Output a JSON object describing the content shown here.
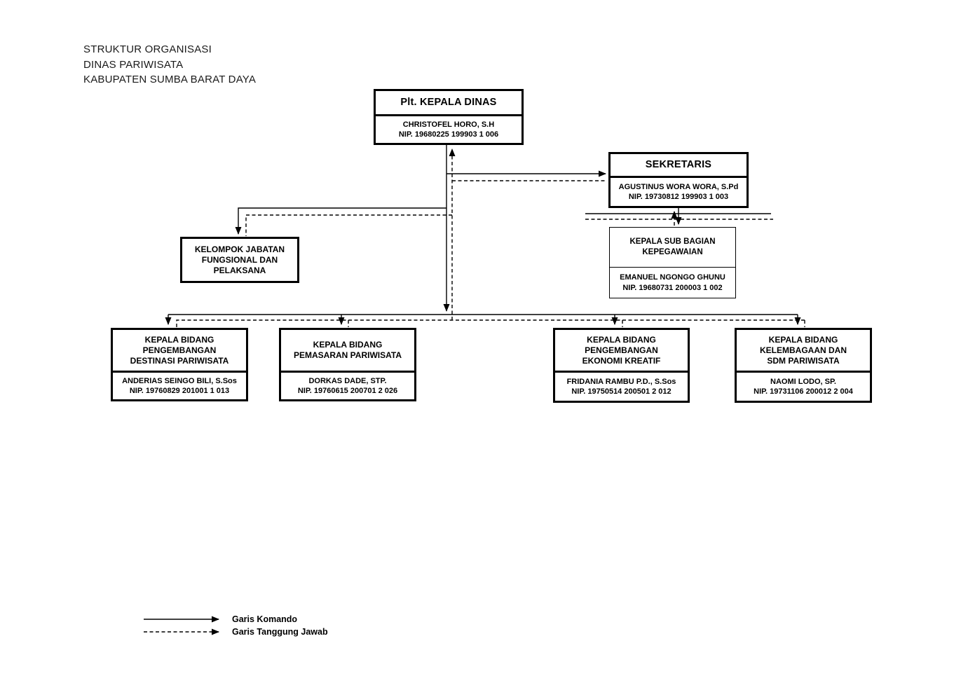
{
  "header": {
    "line1": "STRUKTUR ORGANISASI",
    "line2": "DINAS PARIWISATA",
    "line3": "KABUPATEN SUMBA BARAT DAYA"
  },
  "org": {
    "kepala_dinas": {
      "title": "Plt. KEPALA DINAS",
      "name": "CHRISTOFEL HORO, S.H",
      "nip": "NIP. 19680225 199903 1 006"
    },
    "sekretaris": {
      "title": "SEKRETARIS",
      "name": "AGUSTINUS WORA WORA, S.Pd",
      "nip": "NIP. 19730812 199903 1 003"
    },
    "sub_bagian_kepegawaian": {
      "title_lines": [
        "KEPALA SUB BAGIAN",
        "KEPEGAWAIAN"
      ],
      "name": "EMANUEL NGONGO GHUNU",
      "nip": "NIP. 19680731 200003 1 002"
    },
    "kelompok_jabatan": {
      "title_lines": [
        "KELOMPOK JABATAN",
        "FUNGSIONAL DAN",
        "PELAKSANA"
      ]
    },
    "bidang_destinasi": {
      "title_lines": [
        "KEPALA BIDANG",
        "PENGEMBANGAN",
        "DESTINASI PARIWISATA"
      ],
      "name": "ANDERIAS SEINGO BILI, S.Sos",
      "nip": "NIP. 19760829 201001 1 013"
    },
    "bidang_pemasaran": {
      "title_lines": [
        "KEPALA BIDANG",
        "PEMASARAN PARIWISATA"
      ],
      "name": "DORKAS DADE, STP.",
      "nip": "NIP. 19760615 200701 2 026"
    },
    "bidang_ekonomi_kreatif": {
      "title_lines": [
        "KEPALA BIDANG",
        "PENGEMBANGAN",
        "EKONOMI KREATIF"
      ],
      "name": "FRIDANIA RAMBU P.D., S.Sos",
      "nip": "NIP. 19750514 200501 2 012"
    },
    "bidang_kelembagaan": {
      "title_lines": [
        "KEPALA BIDANG",
        "KELEMBAGAAN DAN",
        "SDM PARIWISATA"
      ],
      "name": "NAOMI LODO, SP.",
      "nip": "NIP. 19731106 200012 2 004"
    }
  },
  "legend": {
    "komando": "Garis Komando",
    "tanggung_jawab": "Garis Tanggung Jawab"
  },
  "colors": {
    "ink": "#000000",
    "paper": "#ffffff"
  }
}
